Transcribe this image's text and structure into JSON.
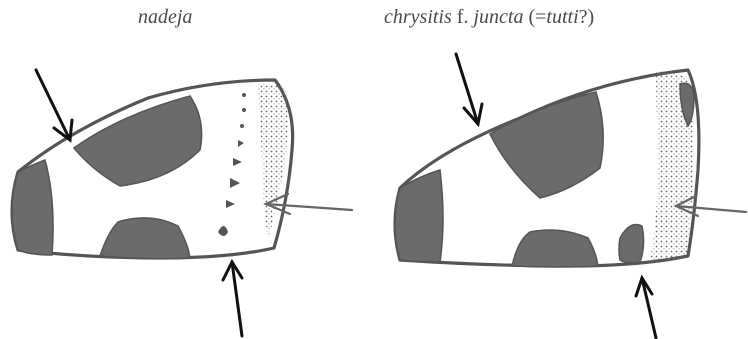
{
  "figure": {
    "left_species": "nadeja",
    "right_species": "chrysitis",
    "right_form_abbrev": "f.",
    "right_form": "juncta",
    "right_synonym_prefix": "(=",
    "right_synonym": "tutti",
    "right_synonym_suffix": "?)"
  },
  "colors": {
    "wing_outline": "#555555",
    "dark_patch": "#6b6b6b",
    "arrow": "#111111"
  }
}
